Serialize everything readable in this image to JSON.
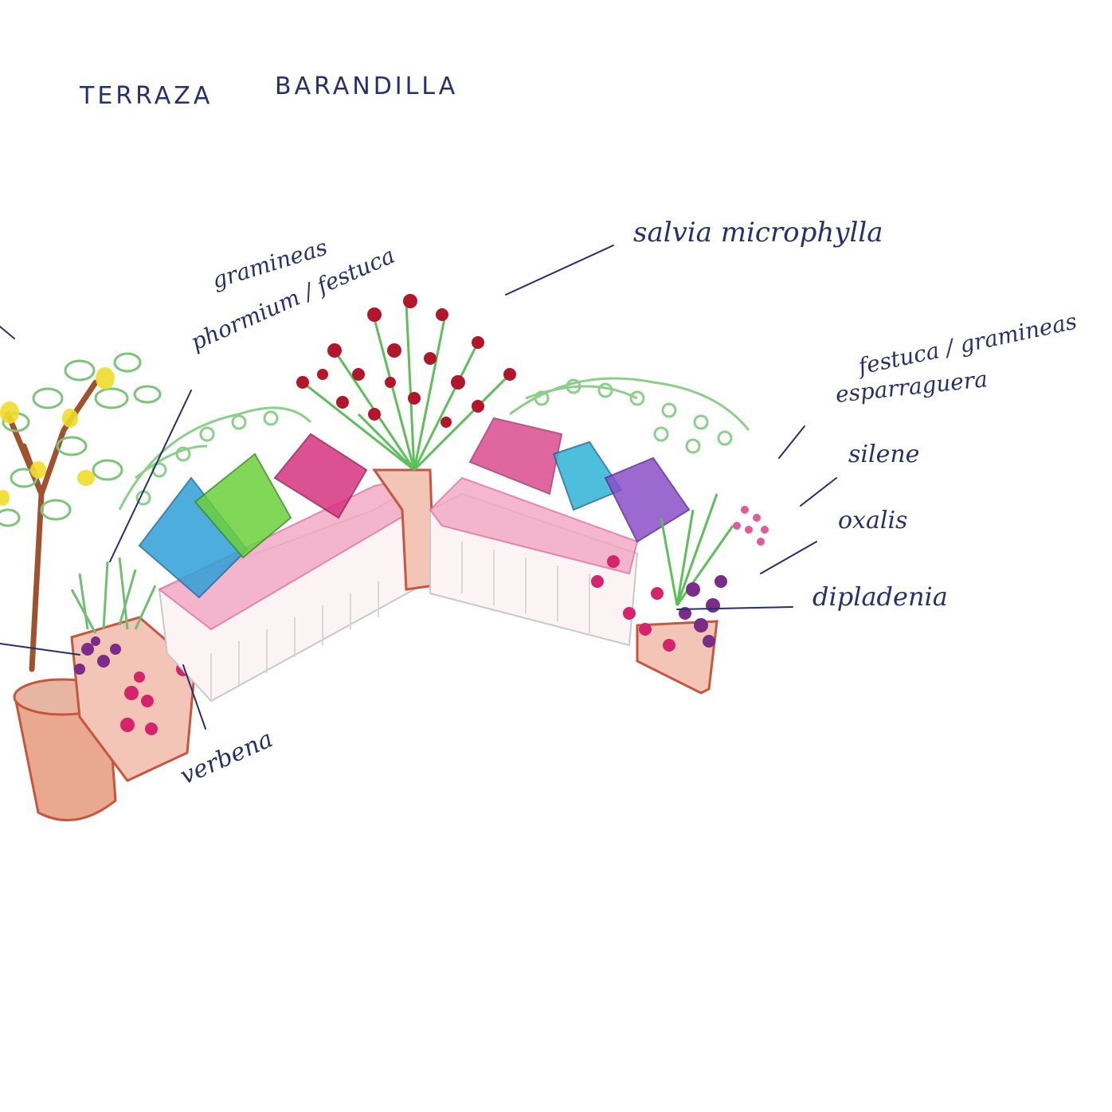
{
  "sketch": {
    "title_left": "TERRAZA",
    "title_right": "BARANDILLA",
    "labels": {
      "salvia": "salvia microphylla",
      "gramineas": "gramineas",
      "phormium": "phormium / festuca",
      "festuca": "festuca / gramineas",
      "esparraguera": "esparraguera",
      "silene": "silene",
      "oxalis": "oxalis",
      "dipladenia": "dipladenia",
      "verbena": "verbena"
    }
  },
  "colors": {
    "ink": "#27306e",
    "cushion_blue": "#2f9fd6",
    "cushion_green": "#6bd13c",
    "cushion_magenta": "#d6337f",
    "cushion_purple": "#8a4fc7",
    "cushion_teal": "#2fb3d6",
    "salvia_red": "#b3162b",
    "foliage_green": "#8ccf8a",
    "terracotta": "#c8553d",
    "lemon_yellow": "#f0dc2a"
  }
}
